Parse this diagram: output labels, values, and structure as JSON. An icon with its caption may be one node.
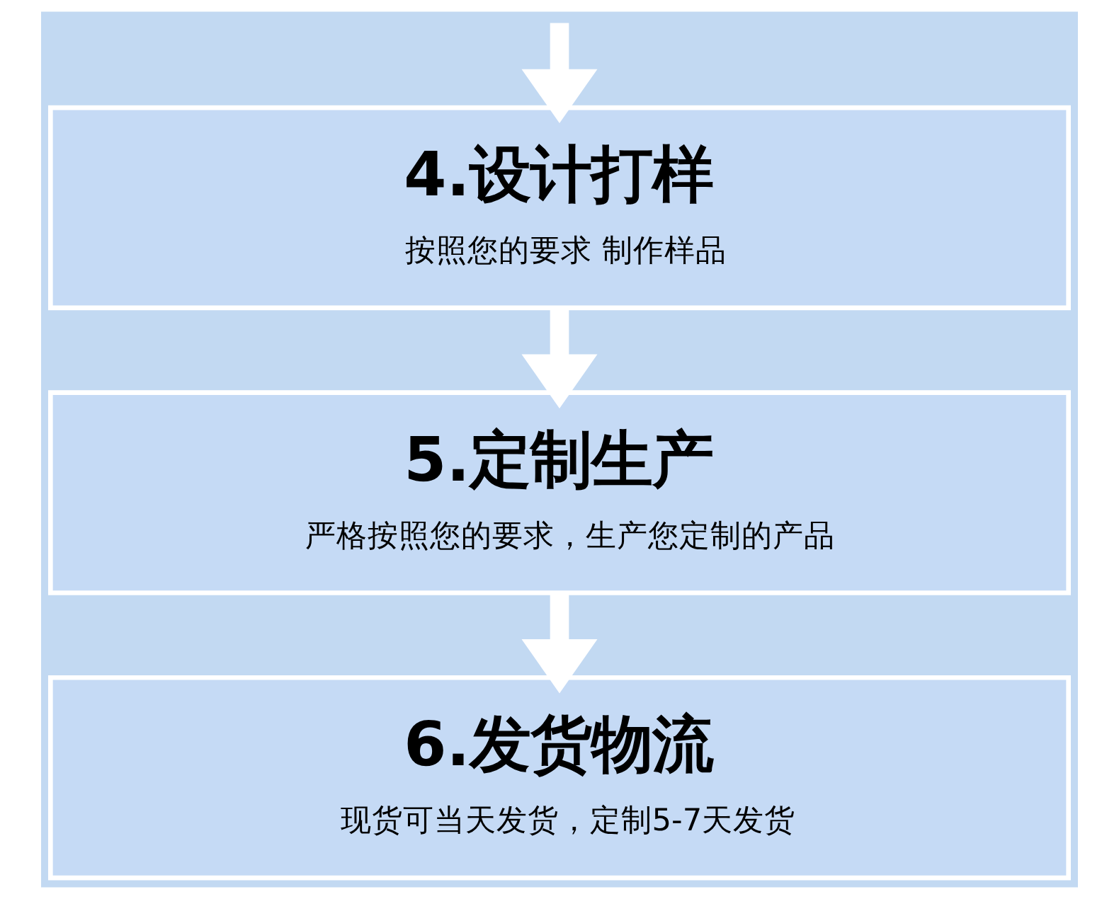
{
  "diagram": {
    "nodes": [
      {
        "text": [
          "4.设计打样",
          "按照您的要求 制作样品"
        ]
      },
      {
        "text": [
          "5.定制生产",
          "严格按照您的要求，生产您定制的产品"
        ]
      },
      {
        "text": [
          "6.发货物流",
          "现货可当天发货，定制5-7天发货"
        ]
      }
    ],
    "edges": [
      {
        "from": null,
        "to": 0,
        "arrow": "to"
      },
      {
        "from": 0,
        "to": 1,
        "arrow": "to"
      },
      {
        "from": 1,
        "to": 2,
        "arrow": "to"
      }
    ]
  }
}
